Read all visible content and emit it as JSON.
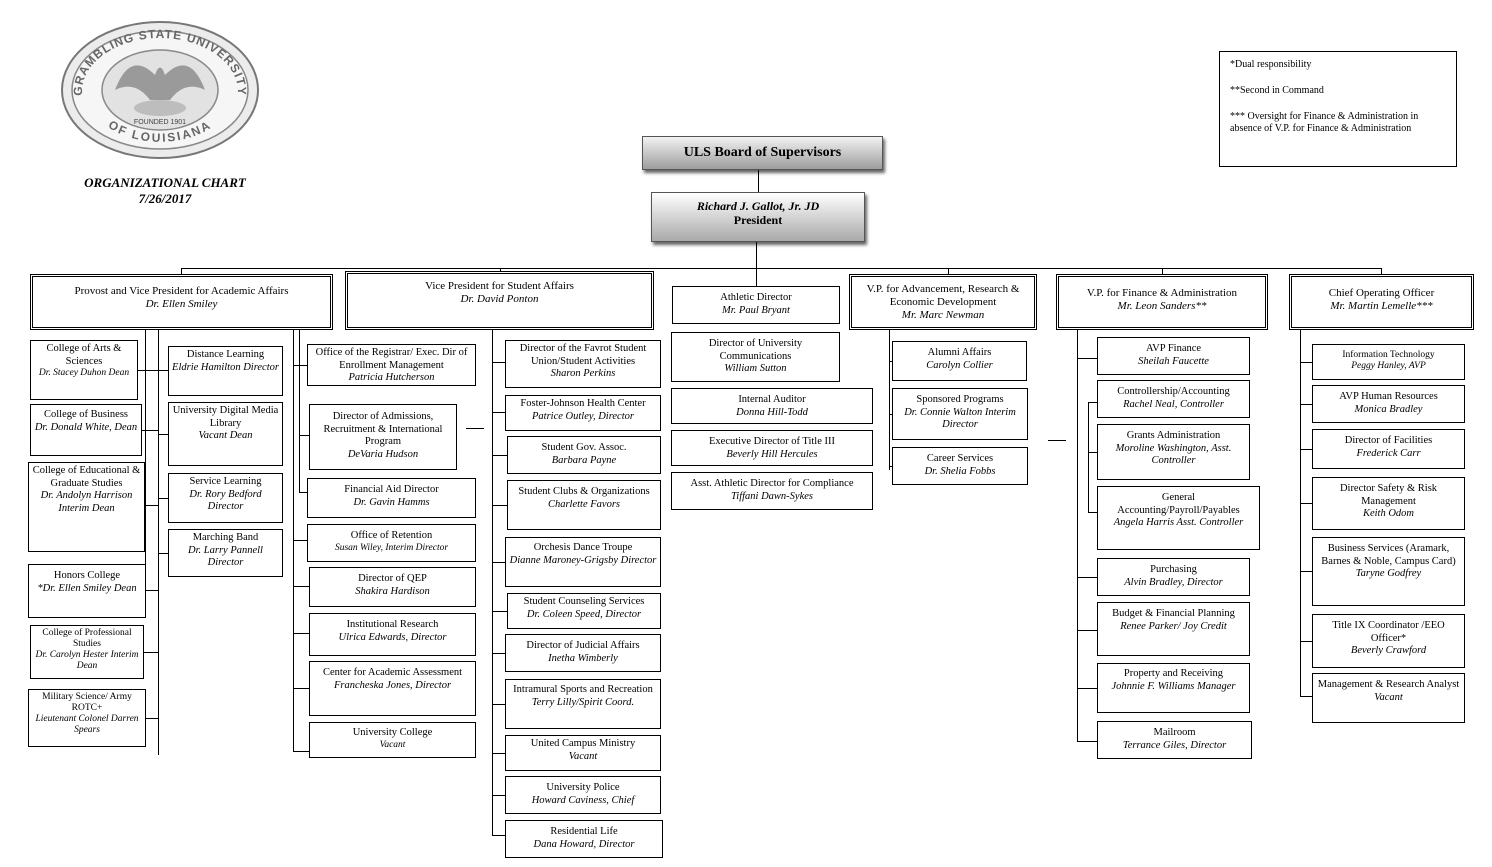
{
  "logo": {
    "top_text": "GRAMBLING STATE UNIVERSITY",
    "bottom_text": "OF LOUISIANA",
    "founded": "FOUNDED 1901"
  },
  "header": {
    "title": "ORGANIZATIONAL CHART",
    "date": "7/26/2017"
  },
  "legend": {
    "dual": "*Dual responsibility",
    "second": "**Second in Command",
    "oversight": "*** Oversight for Finance & Administration in absence of V.P. for Finance & Administration"
  },
  "board": "ULS Board of Supervisors",
  "president": {
    "name": "Richard J. Gallot, Jr. JD",
    "title": "President"
  },
  "provost": {
    "head": {
      "title": "Provost and Vice President for Academic Affairs",
      "name": "Dr. Ellen Smiley"
    },
    "col1": [
      {
        "title": "College of Arts & Sciences",
        "name": "Dr. Stacey Duhon Dean"
      },
      {
        "title": "College of Business",
        "name": "Dr. Donald White, Dean"
      },
      {
        "title": "College of Educational & Graduate Studies",
        "name": "Dr. Andolyn Harrison Interim Dean"
      },
      {
        "title": "Honors College",
        "name": "*Dr. Ellen Smiley Dean"
      },
      {
        "title": "College of Professional Studies",
        "name": "Dr. Carolyn Hester Interim Dean"
      },
      {
        "title": "Military Science/ Army ROTC+",
        "name": "Lieutenant Colonel Darren Spears"
      }
    ],
    "col2": [
      {
        "title": "Distance Learning",
        "name": "Eldrie Hamilton Director"
      },
      {
        "title": "University Digital Media Library",
        "name": "Vacant Dean"
      },
      {
        "title": "Service Learning",
        "name": "Dr. Rory Bedford Director"
      },
      {
        "title": "Marching Band",
        "name": "Dr. Larry Pannell Director"
      }
    ],
    "col3": [
      {
        "title": "Office of the Registrar/ Exec. Dir of Enrollment Management",
        "name": "Patricia Hutcherson"
      },
      {
        "title": "Director of Admissions, Recruitment & International Program",
        "name": "DeVaria Hudson"
      },
      {
        "title": "Financial Aid Director",
        "name": "Dr. Gavin Hamms"
      },
      {
        "title": "Office of Retention",
        "name": "Susan Wiley, Interim Director"
      },
      {
        "title": "Director of QEP",
        "name": "Shakira Hardison"
      },
      {
        "title": "Institutional Research",
        "name": "Ulrica Edwards, Director"
      },
      {
        "title": "Center for Academic Assessment",
        "name": "Francheska Jones, Director"
      },
      {
        "title": "University College",
        "name": "Vacant"
      }
    ]
  },
  "student_affairs": {
    "head": {
      "title": "Vice President for Student Affairs",
      "name": "Dr. David Ponton"
    },
    "items": [
      {
        "title": "Director of the Favrot Student Union/Student Activities",
        "name": "Sharon Perkins"
      },
      {
        "title": "Foster-Johnson Health Center",
        "name": "Patrice Outley, Director"
      },
      {
        "title": "Student Gov. Assoc.",
        "name": "Barbara Payne"
      },
      {
        "title": "Student Clubs & Organizations",
        "name": "Charlette Favors"
      },
      {
        "title": "Orchesis Dance Troupe",
        "name": "Dianne Maroney-Grigsby Director"
      },
      {
        "title": "Student Counseling Services",
        "name": "Dr. Coleen Speed, Director"
      },
      {
        "title": "Director of Judicial Affairs",
        "name": "Inetha Wimberly"
      },
      {
        "title": "Intramural Sports and Recreation",
        "name": "Terry Lilly/Spirit Coord."
      },
      {
        "title": "United Campus Ministry",
        "name": "Vacant"
      },
      {
        "title": "University Police",
        "name": "Howard Caviness, Chief"
      },
      {
        "title": "Residential Life",
        "name": "Dana Howard, Director"
      }
    ]
  },
  "athletics": [
    {
      "title": "Athletic Director",
      "name": "Mr. Paul Bryant"
    },
    {
      "title": "Director of University Communications",
      "name": "William Sutton"
    },
    {
      "title": "Internal Auditor",
      "name": "Donna Hill-Todd"
    },
    {
      "title": "Executive Director of Title III",
      "name": "Beverly Hill Hercules"
    },
    {
      "title": "Asst. Athletic Director for Compliance",
      "name": "Tiffani Dawn-Sykes"
    }
  ],
  "advancement": {
    "head": {
      "title": "V.P. for Advancement, Research & Economic Development",
      "name": "Mr. Marc Newman"
    },
    "items": [
      {
        "title": "Alumni Affairs",
        "name": "Carolyn Collier"
      },
      {
        "title": "Sponsored Programs",
        "name": "Dr. Connie Walton Interim Director"
      },
      {
        "title": "Career Services",
        "name": "Dr. Shelia Fobbs"
      }
    ]
  },
  "finance": {
    "head": {
      "title": "V.P. for Finance & Administration",
      "name": "Mr.  Leon Sanders**"
    },
    "items": [
      {
        "title": "AVP Finance",
        "name": "Sheilah Faucette"
      },
      {
        "title": "Controllership/Accounting",
        "name": "Rachel Neal, Controller"
      },
      {
        "title": "Grants Administration",
        "name": "Moroline Washington, Asst. Controller"
      },
      {
        "title": "General Accounting/Payroll/Payables",
        "name": "Angela Harris Asst. Controller"
      },
      {
        "title": "Purchasing",
        "name": "Alvin Bradley, Director"
      },
      {
        "title": "Budget & Financial Planning",
        "name": "Renee Parker/ Joy Credit"
      },
      {
        "title": "Property and Receiving",
        "name": "Johnnie F. Williams Manager"
      },
      {
        "title": "Mailroom",
        "name": "Terrance Giles, Director"
      }
    ]
  },
  "coo": {
    "head": {
      "title": "Chief Operating Officer",
      "name": "Mr. Martin Lemelle***"
    },
    "items": [
      {
        "title": "Information Technology",
        "name": "Peggy Hanley, AVP"
      },
      {
        "title": "AVP Human Resources",
        "name": "Monica Bradley"
      },
      {
        "title": "Director of Facilities",
        "name": "Frederick Carr"
      },
      {
        "title": "Director Safety & Risk Management",
        "name": "Keith Odom"
      },
      {
        "title": "Business Services (Aramark, Barnes & Noble, Campus Card)",
        "name": "Taryne Godfrey"
      },
      {
        "title": "Title IX Coordinator /EEO Officer*",
        "name": "Beverly Crawford"
      },
      {
        "title": "Management & Research Analyst",
        "name": "Vacant"
      }
    ]
  }
}
